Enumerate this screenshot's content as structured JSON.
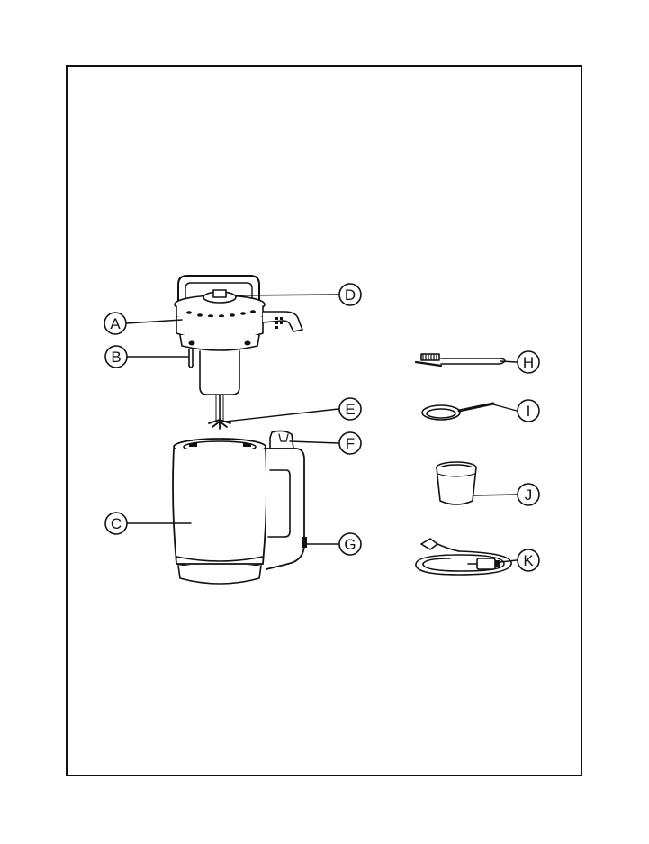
{
  "labels": {
    "A": "A",
    "B": "B",
    "C": "C",
    "D": "D",
    "E": "E",
    "F": "F",
    "G": "G",
    "H": "H",
    "I": "I",
    "J": "J",
    "K": "K"
  },
  "colors": {
    "line": "#111111",
    "body": "#ffffff",
    "frame": "#111111"
  },
  "parts": [
    "lid-motor-unit",
    "blade-shaft",
    "blade",
    "jug",
    "handle",
    "cleaning-brush",
    "spoon",
    "measuring-cup",
    "power-cord"
  ]
}
